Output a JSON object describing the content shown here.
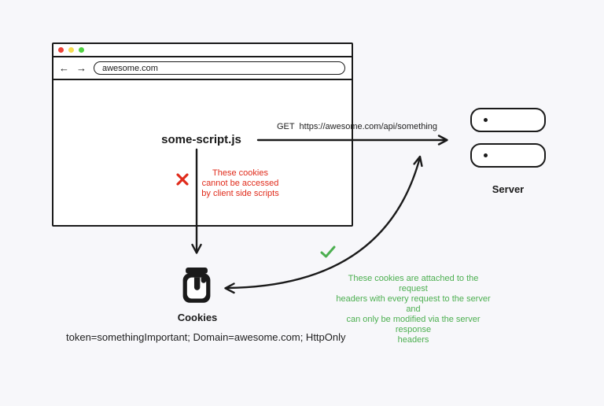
{
  "page": {
    "background_color": "#f7f7fa",
    "ink_color": "#1a1a1a"
  },
  "browser": {
    "url": "awesome.com",
    "back_icon": "←",
    "forward_icon": "→",
    "script_label": "some-script.js",
    "traffic_light_colors": {
      "red": "#ee4237",
      "yellow": "#f7dd4f",
      "green": "#4fd341"
    }
  },
  "request": {
    "label": "GET  https://awesome.com/api/something"
  },
  "server": {
    "label": "Server"
  },
  "cookies": {
    "label": "Cookies",
    "value": "token=somethingImportant; Domain=awesome.com; HttpOnly"
  },
  "notes": {
    "blocked": {
      "text": "These cookies\ncannot be accessed\nby client side scripts",
      "color": "#e02b1b"
    },
    "allowed": {
      "text": "These cookies are attached to the request\nheaders with every request to the server and\ncan only be modified via the server response\nheaders",
      "color": "#4caf50"
    }
  }
}
